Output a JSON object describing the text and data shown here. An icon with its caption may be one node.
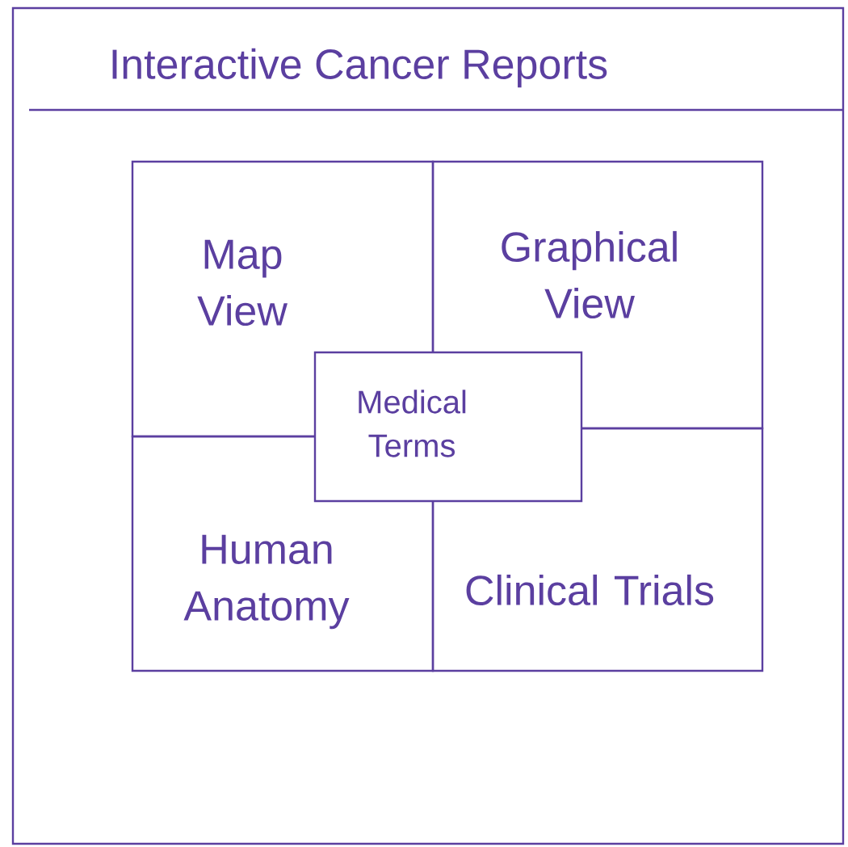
{
  "diagram": {
    "title": "Interactive Cancer Reports",
    "nodes": [
      {
        "text": [
          "Map View"
        ]
      },
      {
        "text": [
          "Graphical View"
        ]
      },
      {
        "text": [
          "Human Anatomy"
        ]
      },
      {
        "text": [
          "Clinical Trials"
        ]
      },
      {
        "text": [
          "Medical Terms"
        ]
      }
    ]
  }
}
